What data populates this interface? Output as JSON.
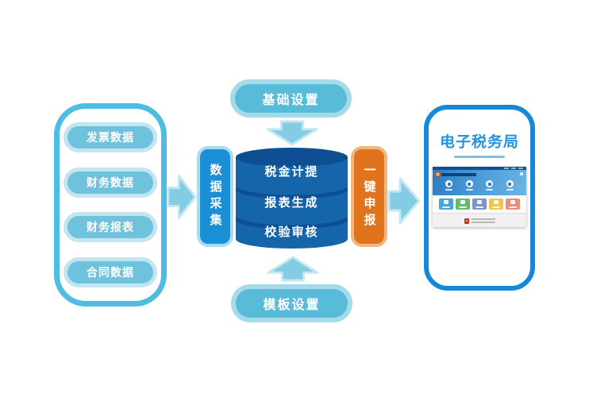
{
  "flow": {
    "sources": {
      "items": [
        {
          "label": "发票数据"
        },
        {
          "label": "财务数据"
        },
        {
          "label": "财务报表"
        },
        {
          "label": "合同数据"
        }
      ]
    },
    "settings_top": {
      "label": "基础设置"
    },
    "settings_bottom": {
      "label": "模板设置"
    },
    "input_stage": {
      "label": "数据采集"
    },
    "output_stage": {
      "label": "一键申报"
    },
    "engine": {
      "rows": [
        {
          "label": "税金计提"
        },
        {
          "label": "报表生成"
        },
        {
          "label": "校验审核"
        }
      ]
    },
    "phone": {
      "title": "电子税务局"
    }
  },
  "icons": [
    "arrow-right-icon",
    "arrow-down-icon",
    "arrow-up-icon",
    "database-cylinder-icon",
    "phone-frame-icon",
    "national-emblem-icon",
    "gear-icon"
  ],
  "colors": {
    "source_container_border": "#4fbde2",
    "source_pill_fill": "#6fc2dc",
    "source_pill_border": "#c2e5ef",
    "setting_pill_fill": "#58bcd9",
    "setting_pill_border": "#a4dae9",
    "arrow_fill": "#84cce4",
    "collect_bar_blue": "#1a8fd6",
    "report_bar_orange": "#e0731e",
    "cylinder_blue": "#1565ab",
    "cylinder_dark_blue": "#0d4f92",
    "phone_border_blue": "#1688d9",
    "phone_title_blue": "#2694da",
    "site_button_colors": [
      "#4aa3de",
      "#66ba6a",
      "#7d92cf",
      "#f1c64d",
      "#ee8b79"
    ],
    "text_white": "#ffffff"
  }
}
